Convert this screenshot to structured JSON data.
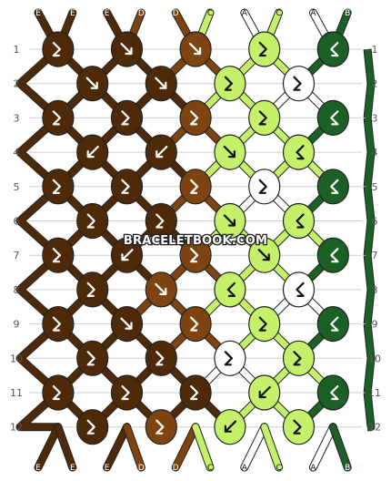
{
  "watermark": "BRACELETBOOK.COM",
  "row_labels": [
    "1",
    "2",
    "3",
    "4",
    "5",
    "6",
    "7",
    "8",
    "9",
    "10",
    "11",
    "12"
  ],
  "strings": [
    {
      "letter": "E",
      "color": "#4f2a08"
    },
    {
      "letter": "E",
      "color": "#4f2a08"
    },
    {
      "letter": "E",
      "color": "#4f2a08"
    },
    {
      "letter": "D",
      "color": "#7d4410"
    },
    {
      "letter": "D",
      "color": "#7d4410"
    },
    {
      "letter": "C",
      "color": "#c4f06a"
    },
    {
      "letter": "A",
      "color": "#ffffff"
    },
    {
      "letter": "C",
      "color": "#c4f06a"
    },
    {
      "letter": "A",
      "color": "#ffffff"
    },
    {
      "letter": "B",
      "color": "#1b6126"
    }
  ],
  "knot_rows": [
    [
      {
        "c": "E",
        "a": "fb"
      },
      {
        "c": "E",
        "a": "f"
      },
      {
        "c": "D",
        "a": "f"
      },
      {
        "c": "C",
        "a": "fb"
      },
      {
        "c": "B",
        "a": "bf"
      }
    ],
    [
      {
        "c": "E",
        "a": "f"
      },
      {
        "c": "E",
        "a": "f"
      },
      {
        "c": "C",
        "a": "fb"
      },
      {
        "c": "A",
        "a": "fb"
      }
    ],
    [
      {
        "c": "E",
        "a": "fb"
      },
      {
        "c": "E",
        "a": "fb"
      },
      {
        "c": "D",
        "a": "fb"
      },
      {
        "c": "C",
        "a": "fb"
      },
      {
        "c": "B",
        "a": "bf"
      }
    ],
    [
      {
        "c": "E",
        "a": "b"
      },
      {
        "c": "E",
        "a": "b"
      },
      {
        "c": "C",
        "a": "f"
      },
      {
        "c": "C",
        "a": "bf"
      }
    ],
    [
      {
        "c": "E",
        "a": "fb"
      },
      {
        "c": "E",
        "a": "fb"
      },
      {
        "c": "D",
        "a": "fb"
      },
      {
        "c": "A",
        "a": "fb"
      },
      {
        "c": "B",
        "a": "bf"
      }
    ],
    [
      {
        "c": "E",
        "a": "fb"
      },
      {
        "c": "E",
        "a": "fb"
      },
      {
        "c": "C",
        "a": "f"
      },
      {
        "c": "C",
        "a": "bf"
      }
    ],
    [
      {
        "c": "E",
        "a": "fb"
      },
      {
        "c": "E",
        "a": "b"
      },
      {
        "c": "D",
        "a": "fb"
      },
      {
        "c": "C",
        "a": "f"
      },
      {
        "c": "B",
        "a": "bf"
      }
    ],
    [
      {
        "c": "E",
        "a": "fb"
      },
      {
        "c": "D",
        "a": "f"
      },
      {
        "c": "C",
        "a": "bf"
      },
      {
        "c": "A",
        "a": "bf"
      }
    ],
    [
      {
        "c": "E",
        "a": "fb"
      },
      {
        "c": "E",
        "a": "f"
      },
      {
        "c": "D",
        "a": "fb"
      },
      {
        "c": "C",
        "a": "fb"
      },
      {
        "c": "B",
        "a": "bf"
      }
    ],
    [
      {
        "c": "E",
        "a": "fb"
      },
      {
        "c": "E",
        "a": "fb"
      },
      {
        "c": "A",
        "a": "fb"
      },
      {
        "c": "C",
        "a": "fb"
      }
    ],
    [
      {
        "c": "E",
        "a": "fb"
      },
      {
        "c": "E",
        "a": "fb"
      },
      {
        "c": "E",
        "a": "fb"
      },
      {
        "c": "C",
        "a": "b"
      },
      {
        "c": "B",
        "a": "bf"
      }
    ],
    [
      {
        "c": "E",
        "a": "fb"
      },
      {
        "c": "D",
        "a": "fb"
      },
      {
        "c": "C",
        "a": "b"
      },
      {
        "c": "C",
        "a": "fb"
      }
    ]
  ],
  "bottom_strings": [
    {
      "letter": "E",
      "color": "#4f2a08"
    },
    {
      "letter": "E",
      "color": "#4f2a08"
    },
    {
      "letter": "E",
      "color": "#4f2a08"
    },
    {
      "letter": "D",
      "color": "#7d4410"
    },
    {
      "letter": "D",
      "color": "#7d4410"
    },
    {
      "letter": "C",
      "color": "#c4f06a"
    },
    {
      "letter": "A",
      "color": "#ffffff"
    },
    {
      "letter": "C",
      "color": "#c4f06a"
    },
    {
      "letter": "A",
      "color": "#ffffff"
    },
    {
      "letter": "B",
      "color": "#1b6126"
    }
  ],
  "colors": {
    "E": "#4f2a08",
    "D": "#7d4410",
    "C": "#c4f06a",
    "A": "#ffffff",
    "B": "#1b6126",
    "grid_line": "#cfcfcf",
    "outline": "#222222"
  }
}
